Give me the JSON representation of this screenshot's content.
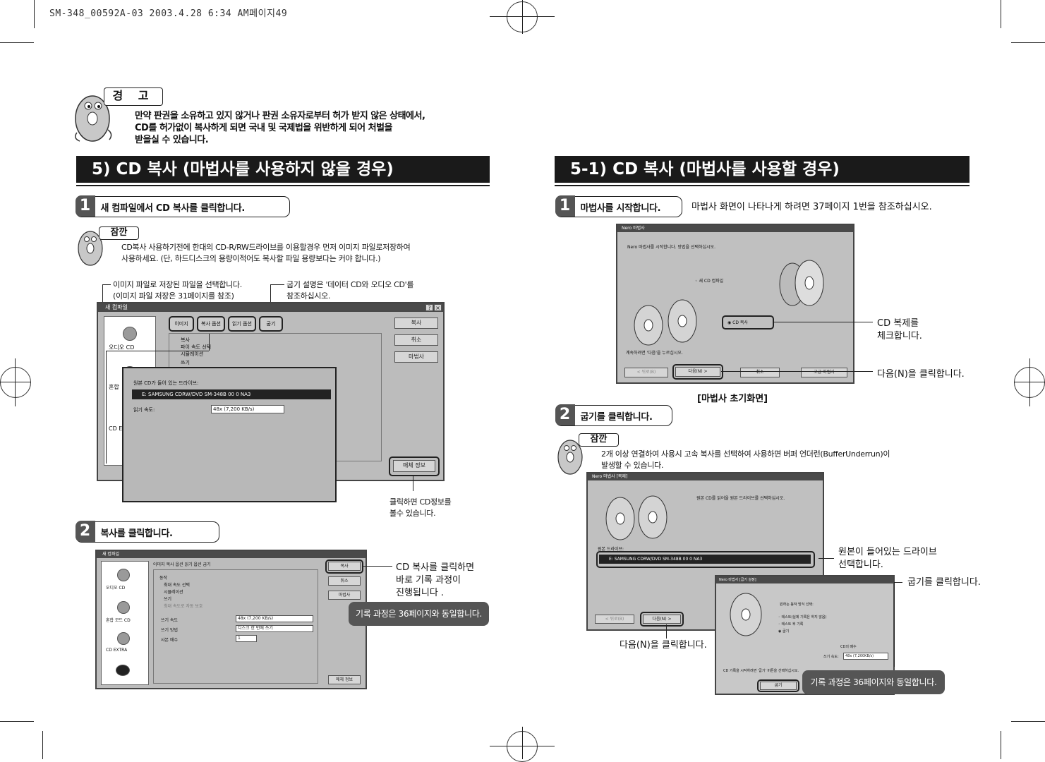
{
  "header": {
    "text": "SM-348_00592A-03  2003.4.28 6:34 AM페이지49"
  },
  "warning": {
    "tag": "경 고",
    "lines": [
      "만약 판권을 소유하고 있지 않거나 판권 소유자로부터 허가 받지 않은 상태에서,",
      "CD를 허가없이 복사하게 되면 국내 및 국제법을 위반하게 되어 처벌을",
      "받을실 수 있습니다."
    ]
  },
  "left": {
    "section_title": "5) CD 복사 (마법사를 사용하지 않을 경우)",
    "step1": {
      "num": "1",
      "label": "새 컴파일에서 CD 복사를 클릭합니다."
    },
    "note": {
      "tag": "잠깐",
      "lines": [
        "CD복사 사용하기전에 한대의 CD-R/RW드라이브를 이용할경우 먼저 이미지 파일로저장하여",
        "사용하세요. (단, 하드디스크의 용량이적어도 복사할 파일 용량보다는 커야 합니다.)"
      ]
    },
    "callout_image": [
      "이미지 파일로 저장된 파일을 선택합니다.",
      "(이미지 파일 저장은 31페이지를 참조)"
    ],
    "callout_burn": [
      "굽기 설명은 '데이터 CD와 오디오 CD'를",
      "참조하십시오."
    ],
    "callout_info": [
      "클릭하면 CD정보를",
      "볼수 있습니다."
    ],
    "dialog1": {
      "title": "새 컴파일",
      "tabs": [
        "이미지",
        "복사 옵션",
        "읽기 옵션",
        "굽기"
      ],
      "buttons": [
        "복사",
        "취소",
        "마법사"
      ],
      "info_button": "매체 정보",
      "sidebar": [
        "오디오 CD",
        "혼합",
        "CD E"
      ],
      "checks": [
        "복사",
        "파이 속도 선택",
        "시뮬레이션",
        "쓰기"
      ],
      "popup_caption": "원본 CD가 들어 있는 드라이브:",
      "popup_drive": "E: SAMSUNG CDRW/DVD SM-348B 00 0 NA3",
      "popup_speed_label": "읽기 속도:",
      "popup_speed_value": "48x (7,200 KB/s)"
    },
    "step2": {
      "num": "2",
      "label": "복사를 클릭합니다."
    },
    "callout_copy": [
      "CD 복사를 클릭하면",
      "바로 기록 과정이",
      "진행됩니다 ."
    ],
    "note_pill": "기록 과정은 36페이지와 동일합니다.",
    "dialog2": {
      "title": "새 컴파일",
      "tabs": [
        "이미지",
        "복사 옵션",
        "읽기 옵션",
        "굽기"
      ],
      "buttons": [
        "복사",
        "취소",
        "마법사"
      ],
      "info_button": "매체 정보",
      "sidebar": [
        "오디오 CD",
        "혼합 모드 CD",
        "CD EXTRA"
      ],
      "checks": [
        "동작",
        "최대 속도 선택",
        "시뮬레이션",
        "쓰기",
        "최대 속도로 자동 보호"
      ],
      "rows": [
        {
          "label": "쓰기 속도",
          "value": "48x (7,200 KB/s)"
        },
        {
          "label": "쓰기 방법",
          "value": "디스크 한 번에 쓰기"
        },
        {
          "label": "사본 매수",
          "value": "1"
        }
      ]
    }
  },
  "right": {
    "section_title": "5-1) CD 복사 (마법사를 사용할 경우)",
    "step1": {
      "num": "1",
      "label": "마법사를 시작합니다."
    },
    "step1_note": "마법사 화면이 나타나게 하려면 37페이지 1번을 참조하십시오.",
    "wizard1": {
      "title": "Nero 마법사",
      "prompt": "Nero 마법사를 시작합니다. 방법을 선택하십시오.",
      "option_new": "새 CD 컴파일",
      "option_copy": "CD 복사",
      "footer_text": "계속하려면 '다음'을 누르십시오.",
      "buttons": [
        "< 뒤로(B)",
        "다음(N) >",
        "취소",
        "고급 마법사"
      ]
    },
    "callout_check": [
      "CD 복제를",
      "체크합니다."
    ],
    "callout_next1": "다음(N)을 클릭합니다.",
    "caption": "[마법사 초기화면]",
    "step2": {
      "num": "2",
      "label": "굽기를 클릭합니다."
    },
    "note": {
      "tag": "잠깐",
      "lines": [
        "2개 이상 연결하여 사용시 고속 복사를 선택하여 사용하면 버퍼 언더런(BufferUnderrun)이",
        "발생할 수 있습니다."
      ]
    },
    "wizard2": {
      "title": "Nero 마법사 [복제]",
      "prompt": "원본 CD를 읽어올 원본 드라이브를 선택하십시오.",
      "drive_label": "원본 드라이브:",
      "drive_value": "E: SAMSUNG CDRW/DVD SM-348B 00 0 NA3",
      "buttons": [
        "< 뒤로(B)",
        "다음(N) >"
      ]
    },
    "wizard3": {
      "title": "Nero 마법사 [굽기 설정]",
      "options_title": "원하는 동작 방식 선택:",
      "options": [
        "테스트(실제 기록은 하지 않음)",
        "테스트 후 기록",
        "굽기"
      ],
      "copies_label": "CD의 매수",
      "speed_label": "쓰기 속도:",
      "speed_value": "48x (7,200KB/s)",
      "footer_text": "CD 기록을 시작하려면 '굽기' 버튼을 선택하십시오.",
      "burn_button": "굽기"
    },
    "callout_drive": [
      "원본이 들어있는 드라이브",
      "선택합니다."
    ],
    "callout_burn": "굽기를 클릭합니다.",
    "callout_next2": "다음(N)을 클릭합니다.",
    "note_pill": "기록 과정은 36페이지와 동일합니다."
  }
}
